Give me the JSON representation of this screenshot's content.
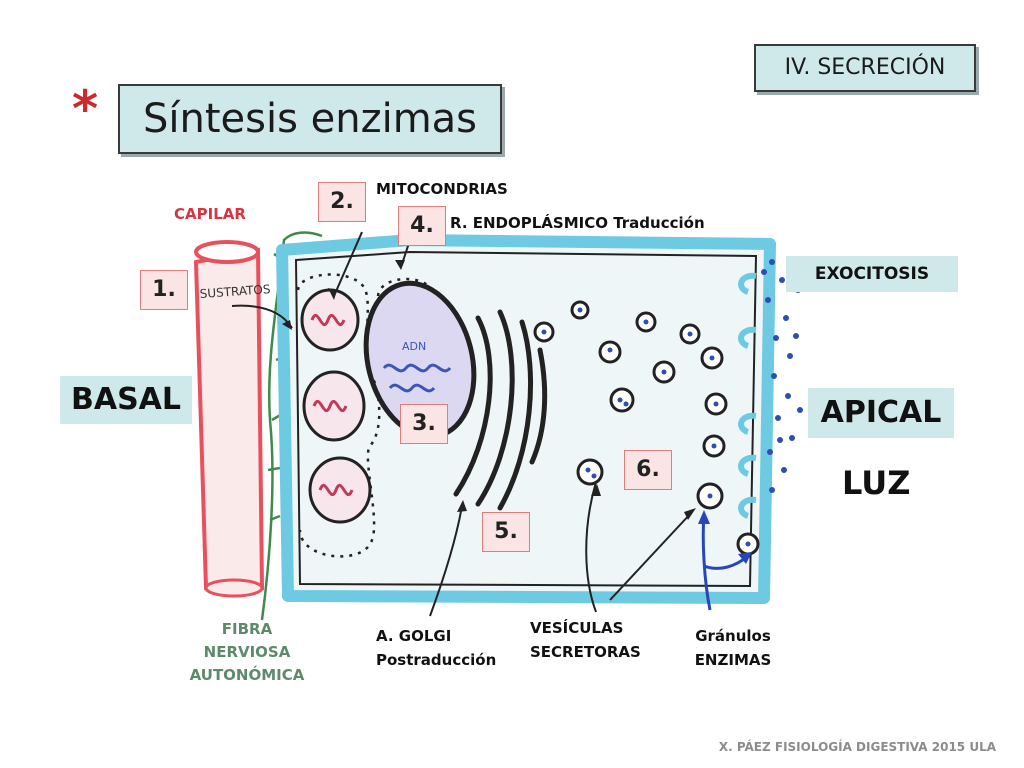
{
  "header": {
    "section_label": "IV. SECRECIÓN",
    "star": "*",
    "title": "Síntesis enzimas"
  },
  "steps": [
    "1.",
    "2.",
    "3.",
    "4.",
    "5.",
    "6."
  ],
  "labels": {
    "capilar": "CAPILAR",
    "mitocondrias": "MITOCONDRIAS",
    "reticulo": "R. ENDOPLÁSMICO Traducción",
    "exocitosis": "EXOCITOSIS",
    "basal": "BASAL",
    "apical": "APICAL",
    "luz": "LUZ",
    "fibra_line1": "FIBRA",
    "fibra_line2": "NERVIOSA",
    "fibra_line3": "AUTONÓMICA",
    "golgi_line1": "A. GOLGI",
    "golgi_line2": "Postraducción",
    "vesiculas_line1": "VESÍCULAS",
    "vesiculas_line2": "SECRETORAS",
    "granulos_line1": "Gránulos",
    "granulos_line2": "ENZIMAS"
  },
  "drawing_labels": {
    "sustratos": "SUSTRATOS",
    "adn": "ADN"
  },
  "footer": "X. PÁEZ  FISIOLOGÍA DIGESTIVA 2015 ULA",
  "colors": {
    "cell_membrane": "#6ec9e2",
    "capillary": "#e8505e",
    "granules": "#2d4fb3",
    "accent_label_bg": "#cfe8ea",
    "step_bg": "#fbe4e4"
  }
}
